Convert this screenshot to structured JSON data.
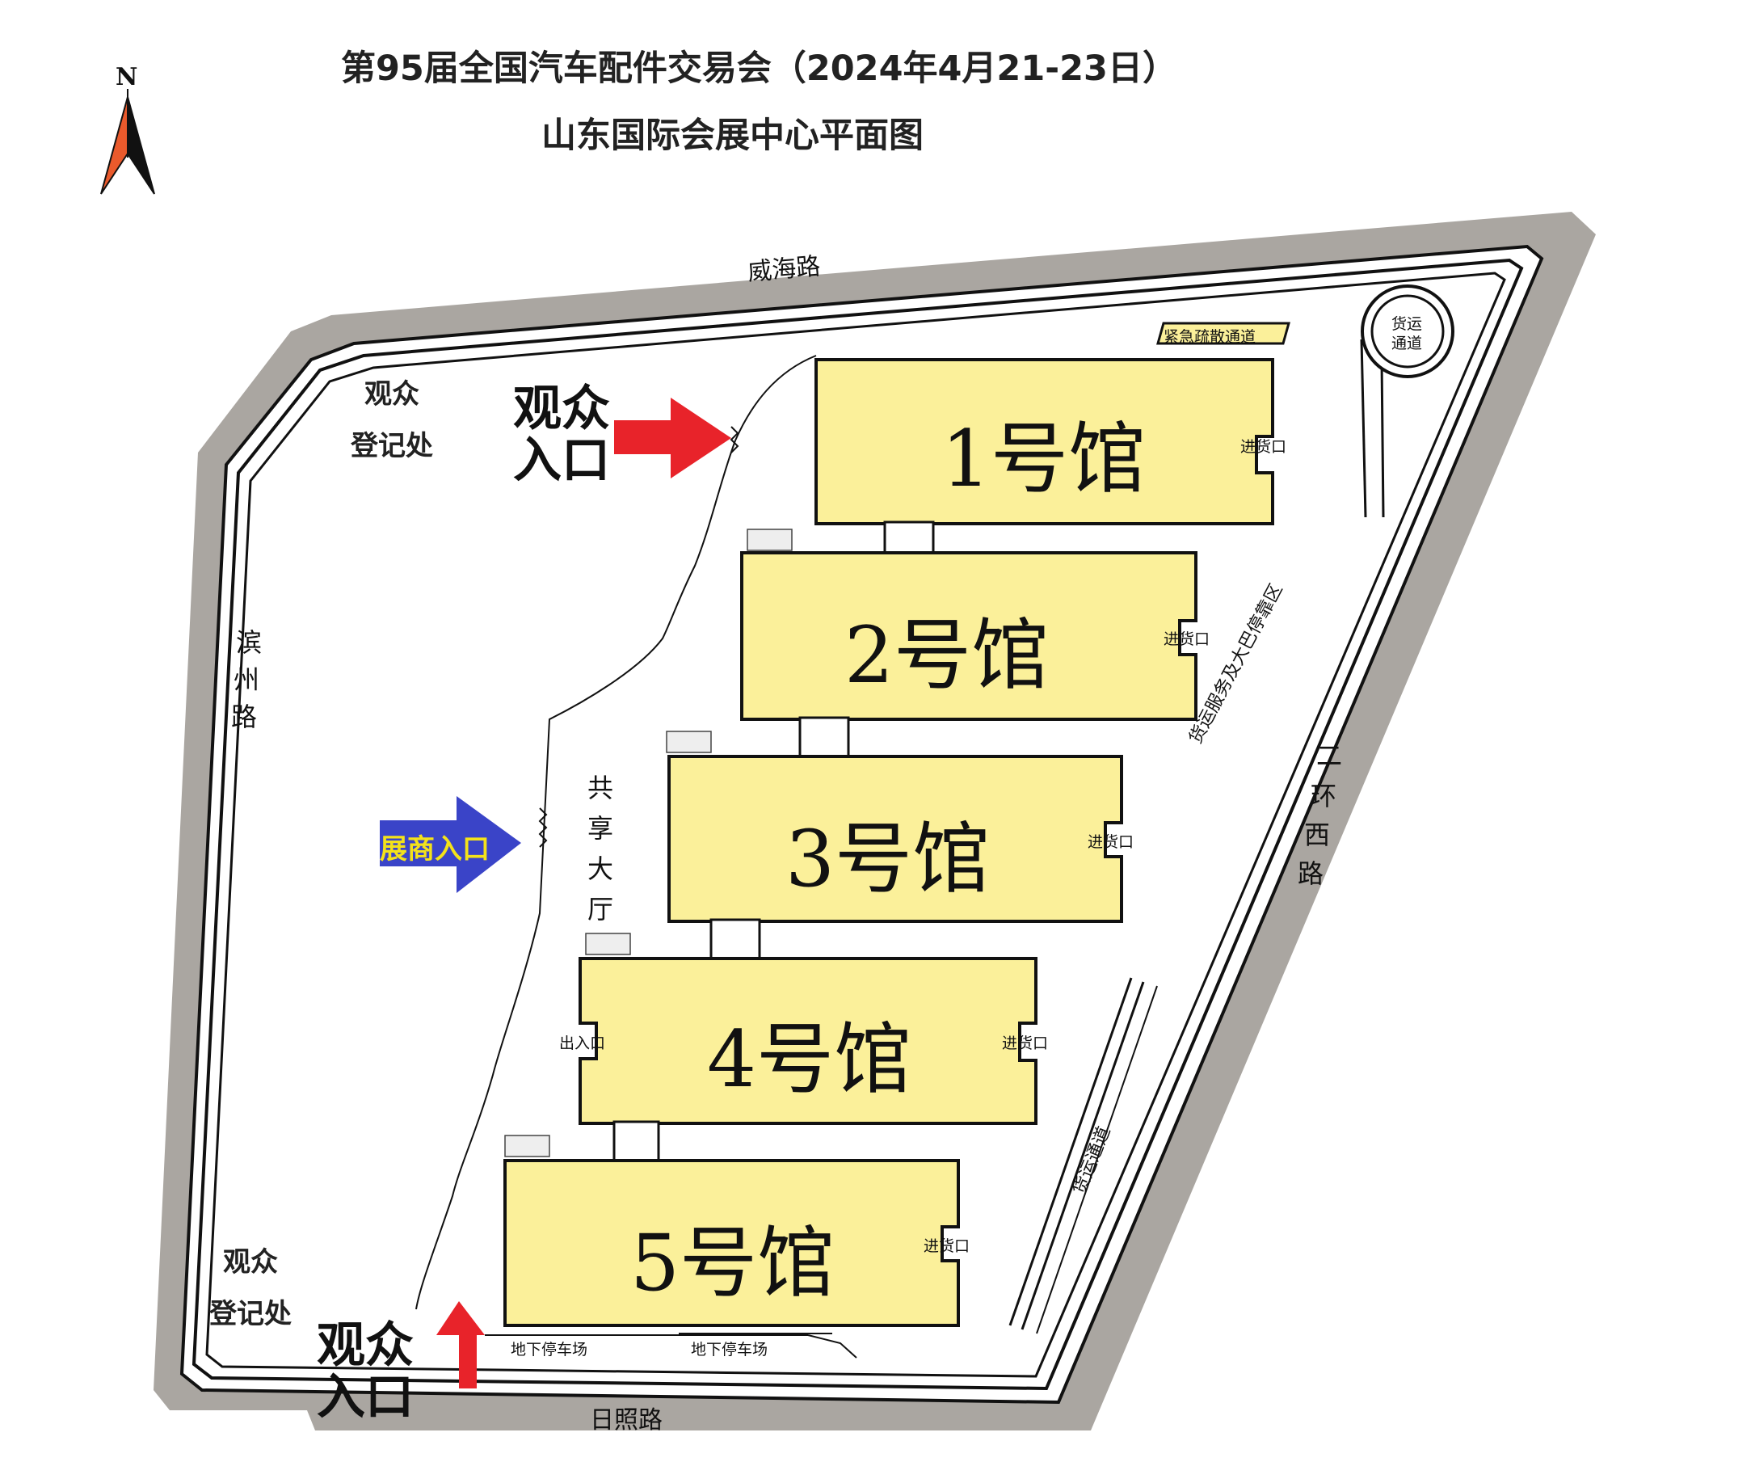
{
  "title": {
    "line1": "第95届全国汽车配件交易会（2024年4月21-23日）",
    "line2": "山东国际会展中心平面图"
  },
  "compass": {
    "label": "N"
  },
  "roads": {
    "north": "威海路",
    "west_chars": [
      "滨",
      "州",
      "路"
    ],
    "east_chars": [
      "二",
      "环",
      "西",
      "路"
    ],
    "south": "日照路"
  },
  "halls": [
    {
      "label": "1号馆",
      "dock": "进货口"
    },
    {
      "label": "2号馆",
      "dock": "进货口"
    },
    {
      "label": "3号馆",
      "dock": "进货口"
    },
    {
      "label": "4号馆",
      "dock": "进货口",
      "exit": "出入口"
    },
    {
      "label": "5号馆",
      "dock": "进货口"
    }
  ],
  "labels": {
    "emergency": "紧急疏散通道",
    "freight_circle": [
      "货运",
      "通道"
    ],
    "freight_service": "货运服务及大巴停靠区",
    "freight_lane": "货运通道",
    "parking1": "地下停车场",
    "parking2": "地下停车场",
    "shared_hall_chars": [
      "共",
      "享",
      "大",
      "厅"
    ],
    "visitor_reg_top": [
      "观众",
      "登记处"
    ],
    "visitor_reg_bottom": [
      "观众",
      "登记处"
    ],
    "visitor_entry_top": [
      "观众",
      "入口"
    ],
    "visitor_entry_bottom": [
      "观众",
      "入口"
    ],
    "exhibitor_entry": "展商入口"
  },
  "colors": {
    "hall_fill": "#fbf09a",
    "road_gray": "#aaa6a1",
    "visitor_arrow": "#e8232a",
    "exhibitor_arrow": "#3a44c8",
    "exhibitor_text": "#f4e21a"
  }
}
